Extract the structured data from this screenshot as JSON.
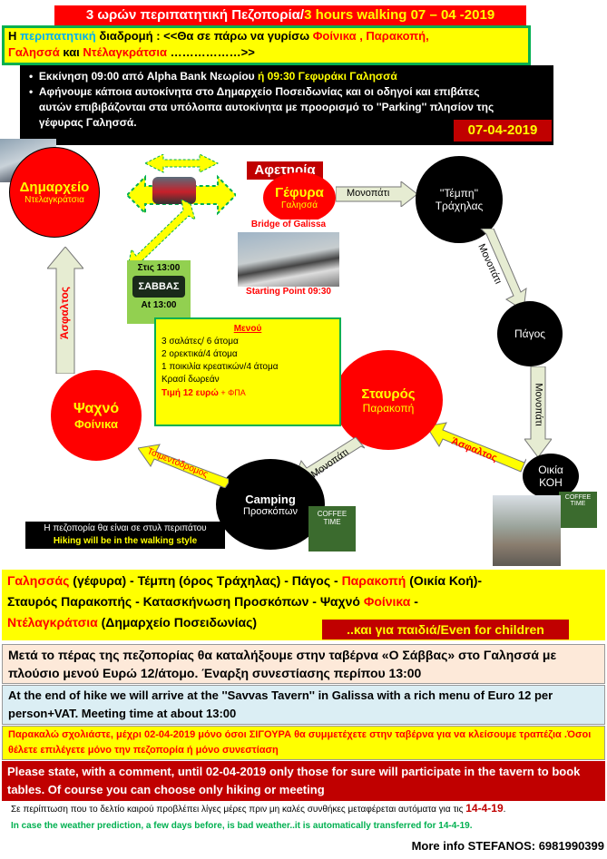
{
  "header": {
    "title_gr": "3 ωρών περιπατητική Πεζοπορία/",
    "title_en": "3 hours walking 07 – 04 -2019"
  },
  "route_box": {
    "line1_a": "Η ",
    "line1_b": "περιπατητική",
    "line1_c": " διαδρομή : <<Θα σε πάρω να γυρίσω ",
    "line1_d": "Φοίνικα , Παρακοπή,",
    "line2_a": "Γαλησσά",
    "line2_b": " και ",
    "line2_c": "Ντέλαγκράτσια",
    "line2_d": " ………………>>"
  },
  "info_box": {
    "bullet1_a": "Εκκίνηση 09:00 από Alpha Bank Νεωρίου ",
    "bullet1_b": "ή 09:30 Γεφυράκι Γαλησσά",
    "bullet2": "Αφήνουμε κάποια αυτοκίνητα στο Δημαρχείο Ποσειδωνίας και οι οδηγοί και επιβάτες αυτών επιβιβάζονται στα υπόλοιπα αυτοκίνητα με προορισμό το ''Parking'' πλησίον της γέφυρας Γαλησσά.",
    "date": "07-04-2019"
  },
  "nodes": {
    "dimarxeio_title": "Δημαρχείο",
    "dimarxeio_sub": "Ντελαγκράτσια",
    "gefyra_title": "Γέφυρα",
    "gefyra_sub": "Γαλησσά",
    "afetiria": "Αφετηρία",
    "tempi_title": "''Τέμπη''",
    "tempi_sub": "Τράχηλας",
    "pagos": "Πάγος",
    "stavros_title": "Σταυρός",
    "stavros_sub": "Παρακοπή",
    "oikia_title": "Οικία",
    "oikia_sub": "ΚΟΗ",
    "camping_title": "Camping",
    "camping_sub": "Προσκόπων",
    "psaxno_title": "Ψαχνό",
    "psaxno_sub": "Φοίνικα"
  },
  "labels": {
    "monopati": "Μονοπάτι",
    "asfaltos": "Άσφαλτος",
    "tsimentodromos": "Τσιμεντόδρομος",
    "bridge": "Bridge of Galissa",
    "starting_point": "Starting Point 09:30",
    "stis_13": "Στις 13:00",
    "at_13": "At 13:00",
    "savvas_sign": "ΣΑΒΒΑΣ",
    "coffee_time": "COFFEE TIME",
    "walking_style_gr": "Η πεζοπορία θα είναι σε στυλ περιπάτου",
    "walking_style_en": "Hiking will be in the walking style"
  },
  "menu": {
    "title": "Μενού",
    "items": [
      "3 σαλάτες/ 6 άτομα",
      "2 ορεκτικά/4 άτομα",
      "1 ποικιλία κρεατικών/4 άτομα",
      "Κρασί δωρεάν"
    ],
    "price": "Τιμή 12 ευρώ",
    "vat": " + ΦΠΑ"
  },
  "summary": {
    "l1a": "Γαλησσάς",
    "l1b": " (γέφυρα) - Τέμπη (όρος Τράχηλας) - Πάγος - ",
    "l1c": "Παρακοπή",
    "l1d": " (Οικία Κοή)-",
    "l2a": "Σταυρός Παρακοπής - Κατασκήνωση Προσκόπων - Ψαχνό ",
    "l2b": "Φοίνικα",
    "l2c": " -",
    "l3a": "Ντέλαγκράτσια",
    "l3b": " (Δημαρχείο Ποσειδωνίας)",
    "children": "..και για παιδιά/Even for children"
  },
  "notes": {
    "gr_tavern": "Μετά το πέρας της πεζοπορίας θα καταλήξουμε στην ταβέρνα «Ο Σάββας» στο Γαλησσά με πλούσιο μενού Ευρώ 12/άτομο. Έναρξη συνεστίασης περίπου 13:00",
    "en_tavern": "At the end of hike we will arrive at the ''Savvas Tavern'' in Galissa with a rich menu of Euro 12 per person+VAT. Meeting time at about 13:00",
    "gr_comment": "Παρακαλώ σχολιάστε, μέχρι 02-04-2019 μόνο όσοι ΣΙΓΟΥΡΑ θα συμμετέχετε στην ταβέρνα για να κλείσουμε τραπέζια .Όσοι θέλετε επιλέγετε μόνο την πεζοπορία ή μόνο συνεστίαση",
    "en_comment": "Please state, with a comment, until 02-04-2019 only those for sure will participate in the tavern to book tables. Of course you can choose only hiking or meeting",
    "gr_weather_a": "Σε περίπτωση που το δελτίο καιρού προβλέπει λίγες μέρες πριν μη καλές συνθήκες μεταφέρεται αυτόματα για τις ",
    "gr_weather_b": "14-4-19",
    "gr_weather_c": ".",
    "en_weather": "In case the weather prediction, a few days before, is bad weather..it is automatically transferred for 14-4-19.",
    "contact": "More info STEFANOS: 6981990399"
  },
  "colors": {
    "red": "#ff0000",
    "yellow": "#ffff00",
    "black": "#000000",
    "darkred": "#c00000",
    "green": "#00b050",
    "arrow_fill": "#e6ecd2"
  }
}
